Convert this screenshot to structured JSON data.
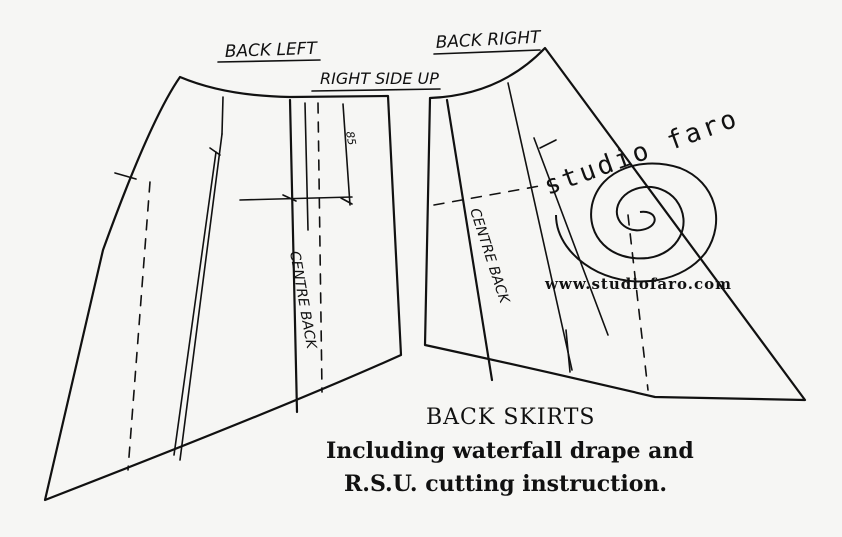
{
  "labels": {
    "back_left": "BACK LEFT",
    "back_right": "BACK RIGHT",
    "right_side_up": "RIGHT SIDE UP",
    "centre_back_left": "CENTRE BACK",
    "centre_back_right": "CENTRE BACK",
    "small_mark": "85"
  },
  "logo": {
    "text": "studio faro",
    "url": "www.studiofaro.com"
  },
  "caption": {
    "title": "BACK SKIRTS",
    "line1": "Including waterfall drape and",
    "line2": "R.S.U. cutting instruction."
  },
  "colors": {
    "ink": "#111111",
    "paper": "#f6f6f4"
  }
}
